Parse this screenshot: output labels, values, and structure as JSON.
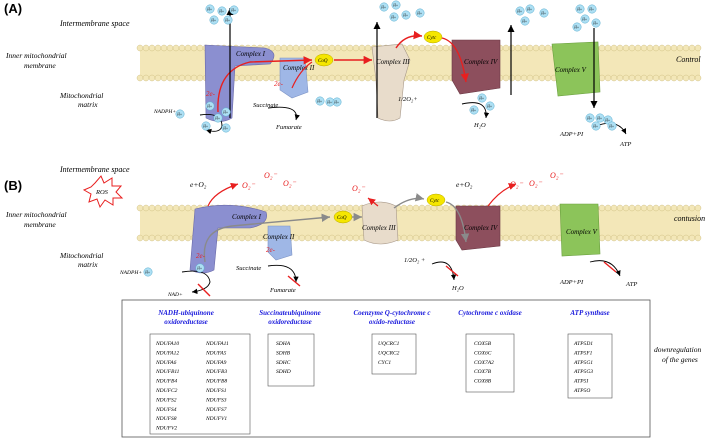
{
  "panelA": {
    "label": "(A)",
    "intermembrane": "Intermembrane space",
    "inner_membrane": [
      "Inner mitochondrial",
      "membrane"
    ],
    "matrix": [
      "Mitochondrial",
      "matrix"
    ],
    "condition": "Control",
    "complexes": [
      "Complex I",
      "Complex II",
      "Complex III",
      "Complex IV",
      "Complex V"
    ],
    "coq": "CoQ",
    "cytc": "Cytc",
    "two_e": "2e-",
    "nadph": "NADPH+",
    "succinate": "Succinate",
    "fumarate": "Fumarate",
    "half_o2": "1/2O₂+",
    "h2o": "H₂O",
    "adp": "ADP+PI",
    "atp": "ATP",
    "h": "H+"
  },
  "panelB": {
    "label": "(B)",
    "intermembrane": "Intermembrane space",
    "inner_membrane": [
      "Inner mitochondrial",
      "membrane"
    ],
    "matrix": [
      "Mitochondrial",
      "matrix"
    ],
    "condition": "contusion",
    "ros": "ROS",
    "eo2": "e+O₂",
    "o2minus": "O₂⁻",
    "complexes": [
      "Complex I",
      "Complex II",
      "Complex III",
      "Complex IV",
      "Complex V"
    ],
    "coq": "CoQ",
    "cytc": "Cytc",
    "two_e": "2e-",
    "nadph": "NADPH+",
    "nad": "NAD+",
    "succinate": "Succinate",
    "fumarate": "Fumarate",
    "half_o2": "1/2O₂ +",
    "h2o": "H₂O",
    "adp": "ADP+PI",
    "atp": "ATP",
    "h": "H+"
  },
  "genes": {
    "side_label": [
      "downregulation",
      "of the genes"
    ],
    "groups": [
      {
        "title": [
          "NADH-ubiquinone",
          "oxidoreductase"
        ],
        "col1": [
          "NDUFA10",
          "NDUFA12",
          "NDUFA6",
          "NDUFB11",
          "NDUFB4",
          "NDUFC2",
          "NDUFS2",
          "NDUFS4",
          "NDUFS8",
          "NDUFV2"
        ],
        "col2": [
          "NDUFA11",
          "NDUFA5",
          "NDUFA9",
          "NDUFB3",
          "NDUFB8",
          "NDUFS1",
          "NDUFS3",
          "NDUFS7",
          "NDUFV1"
        ]
      },
      {
        "title": [
          "Succinateubiquinone",
          "oxidoreductase"
        ],
        "col1": [
          "SDHA",
          "SDHB",
          "SDHC",
          "SDHD"
        ]
      },
      {
        "title": [
          "Coenzyme Q-cytochrome c",
          "oxido-reductase"
        ],
        "col1": [
          "UQCRC1",
          "UQCRC2",
          "CYC1"
        ]
      },
      {
        "title": [
          "Cytochrome c oxidase"
        ],
        "col1": [
          "COX5B",
          "COX6C",
          "COX7A2",
          "COX7B",
          "COX8B"
        ]
      },
      {
        "title": [
          "ATP synthase"
        ],
        "col1": [
          "ATP5D1",
          "ATP5F1",
          "ATP5G1",
          "ATP5G3",
          "ATP5I",
          "ATP5O"
        ]
      }
    ]
  },
  "colors": {
    "complex1": "#8b8fd0",
    "complex2": "#9fb7e6",
    "complex3": "#e8dccb",
    "complex4": "#8d4f5d",
    "complex5": "#8cc45a",
    "membrane": "#f3e7b8",
    "coq": "#f5e600",
    "proton": "#aee0f4",
    "arrow_red": "#e81f1f",
    "title_blue": "#1a1adc"
  }
}
